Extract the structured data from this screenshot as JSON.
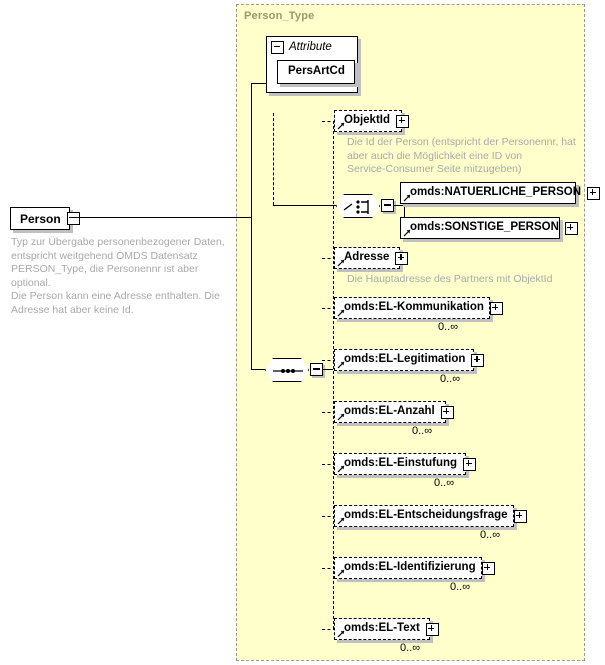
{
  "diagram": {
    "kind": "xsd-schema-diagram",
    "background": "#ffffff",
    "container_fill": "#ffffcc",
    "container_border": "#999999",
    "type_title": "Person_Type"
  },
  "root_element": {
    "name": "Person",
    "control": "collapse-minus",
    "annotation": "Typ zur Übergabe personenbezogener Daten,\nentspricht weitgehend OMDS Datensatz\nPERSON_Type, die Personennr ist aber optional.\nDie Person kann eine Adresse enthalten. Die\nAdresse hat aber keine Id."
  },
  "attribute_group": {
    "label": "Attribute",
    "control": "collapse-minus",
    "attributes": [
      {
        "name": "PersArtCd"
      }
    ]
  },
  "compositors": [
    {
      "id": "choice",
      "symbol": "choice",
      "control": "collapse-minus"
    },
    {
      "id": "sequence",
      "symbol": "sequence",
      "control": "collapse-minus"
    }
  ],
  "children": [
    {
      "name": "ObjektId",
      "control": "expand-plus",
      "occurrence": "",
      "optional": true,
      "repeating": false,
      "annotation": "Die Id der Person (entspricht der Personennr, hat\naber auch die Möglichkeit eine ID von\nService-Consumer Seite mitzugeben)"
    },
    {
      "name": "omds:NATUERLICHE_PERSON",
      "control": "expand-plus",
      "occurrence": "",
      "optional": false,
      "repeating": false,
      "annotation": ""
    },
    {
      "name": "omds:SONSTIGE_PERSON",
      "control": "expand-plus",
      "occurrence": "",
      "optional": false,
      "repeating": false,
      "annotation": ""
    },
    {
      "name": "Adresse",
      "control": "expand-plus",
      "occurrence": "",
      "optional": true,
      "repeating": false,
      "annotation": "Die Hauptadresse des Partners mit ObjektId"
    },
    {
      "name": "omds:EL-Kommunikation",
      "control": "expand-plus",
      "occurrence": "0..∞",
      "optional": true,
      "repeating": true,
      "annotation": ""
    },
    {
      "name": "omds:EL-Legitimation",
      "control": "expand-plus",
      "occurrence": "0..∞",
      "optional": true,
      "repeating": true,
      "annotation": ""
    },
    {
      "name": "omds:EL-Anzahl",
      "control": "expand-plus",
      "occurrence": "0..∞",
      "optional": true,
      "repeating": true,
      "annotation": ""
    },
    {
      "name": "omds:EL-Einstufung",
      "control": "expand-plus",
      "occurrence": "0..∞",
      "optional": true,
      "repeating": true,
      "annotation": ""
    },
    {
      "name": "omds:EL-Entscheidungsfrage",
      "control": "expand-plus",
      "occurrence": "0..∞",
      "optional": true,
      "repeating": true,
      "annotation": ""
    },
    {
      "name": "omds:EL-Identifizierung",
      "control": "expand-plus",
      "occurrence": "0..∞",
      "optional": true,
      "repeating": true,
      "annotation": ""
    },
    {
      "name": "omds:EL-Text",
      "control": "expand-plus",
      "occurrence": "0..∞",
      "optional": true,
      "repeating": true,
      "annotation": ""
    }
  ]
}
